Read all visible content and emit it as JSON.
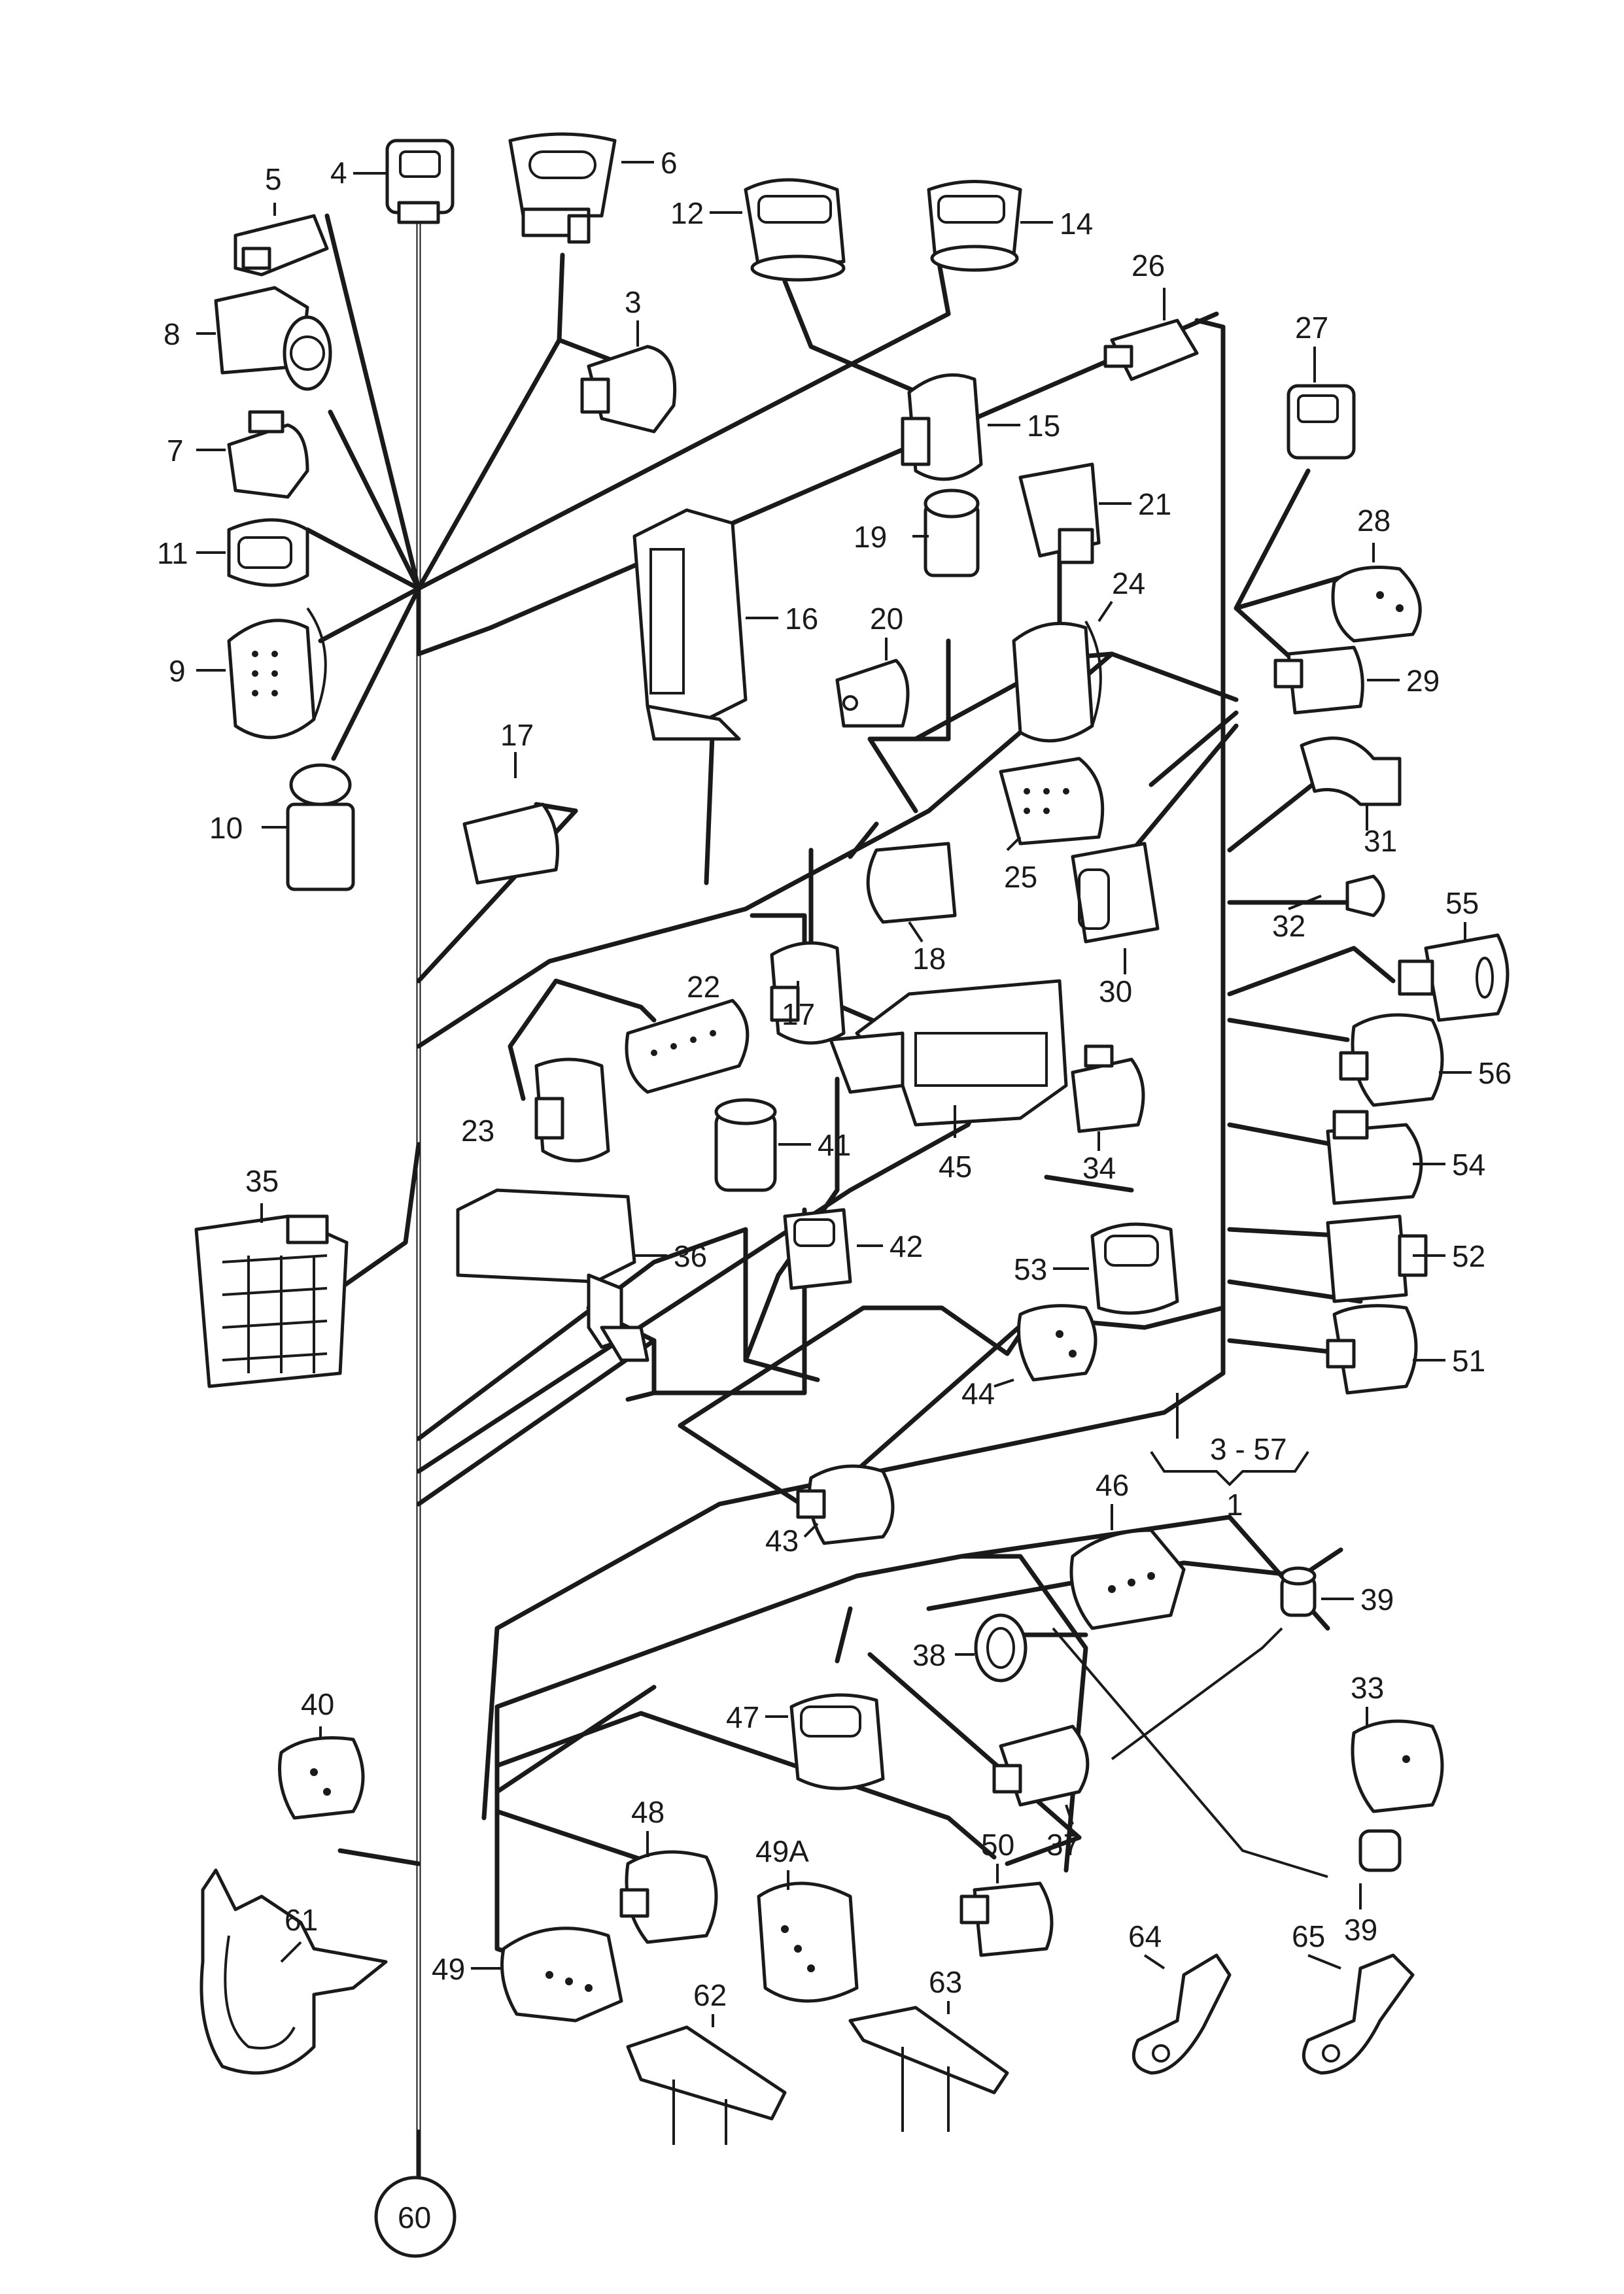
{
  "diagram": {
    "callouts": {
      "c3": "3",
      "c4": "4",
      "c5": "5",
      "c6": "6",
      "c7": "7",
      "c8": "8",
      "c9": "9",
      "c10": "10",
      "c11": "11",
      "c12": "12",
      "c14": "14",
      "c15": "15",
      "c16": "16",
      "c17a": "17",
      "c17b": "17",
      "c18": "18",
      "c19": "19",
      "c20": "20",
      "c21": "21",
      "c22": "22",
      "c23": "23",
      "c24": "24",
      "c25": "25",
      "c26": "26",
      "c27": "27",
      "c28": "28",
      "c29": "29",
      "c30": "30",
      "c31": "31",
      "c32": "32",
      "c33": "33",
      "c34": "34",
      "c35": "35",
      "c36": "36",
      "c37": "37",
      "c38": "38",
      "c39a": "39",
      "c39b": "39",
      "c40": "40",
      "c41": "41",
      "c42": "42",
      "c43": "43",
      "c44": "44",
      "c45": "45",
      "c46": "46",
      "c47": "47",
      "c48": "48",
      "c49": "49",
      "c49a": "49A",
      "c50": "50",
      "c51": "51",
      "c52": "52",
      "c53": "53",
      "c54": "54",
      "c55": "55",
      "c56": "56",
      "c60": "60",
      "c61": "61",
      "c62": "62",
      "c63": "63",
      "c64": "64",
      "c65": "65"
    },
    "range_label": "3 - 57",
    "assembly_label": "1"
  }
}
